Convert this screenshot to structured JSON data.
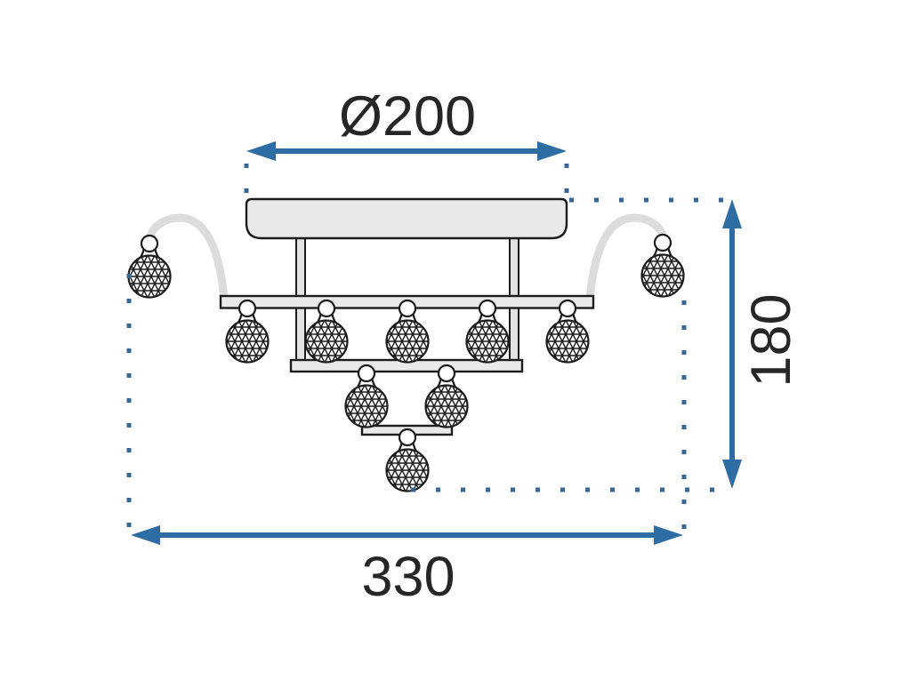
{
  "diagram": {
    "dimensions": {
      "diameter_label": "Ø200",
      "height_label": "180",
      "width_label": "330"
    },
    "colors": {
      "dimension_arrow": "#2e6da4",
      "dotted_line": "#34689a",
      "drawing_outline": "#1c1c1c",
      "drawing_fill": "#e9e9e9",
      "label_text": "#262626",
      "background": "#ffffff"
    }
  }
}
